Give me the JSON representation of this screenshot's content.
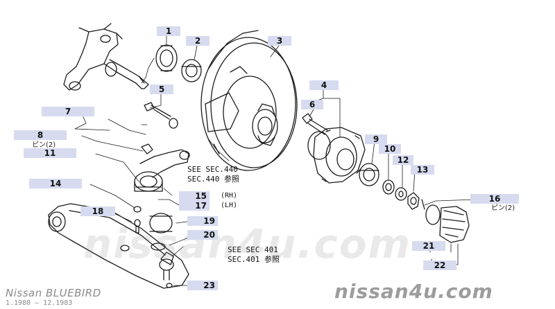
{
  "callouts": {
    "c1": "1",
    "c2": "2",
    "c3": "3",
    "c4": "4",
    "c5": "5",
    "c6": "6",
    "c7": "7",
    "c8": "8",
    "c8_sub": "ピン(2)",
    "c9": "9",
    "c10": "10",
    "c11": "11",
    "c12": "12",
    "c13": "13",
    "c14": "14",
    "c15": "15",
    "c16": "16",
    "c16_sub": "ピン(2)",
    "c17": "17",
    "c18": "18",
    "c19": "19",
    "c20": "20",
    "c21": "21",
    "c22": "22",
    "c23": "23"
  },
  "side_labels": {
    "rh": "(RH)",
    "lh": "(LH)"
  },
  "references": {
    "sec440_en": "SEE SEC.440",
    "sec440_jp": "SEC.440 参照",
    "sec401_en": "SEE SEC 401",
    "sec401_jp": "SEC.401 参照"
  },
  "watermark": "nissan4u.com",
  "footer": {
    "brand": "Nissan BLUEBIRD",
    "dates": "1.1980 — 12.1983",
    "site": "nissan4u.com"
  },
  "colors": {
    "callout_bg": "#d6dbef",
    "line": "#1a1a1a",
    "footer_text": "#8a8a8a"
  }
}
